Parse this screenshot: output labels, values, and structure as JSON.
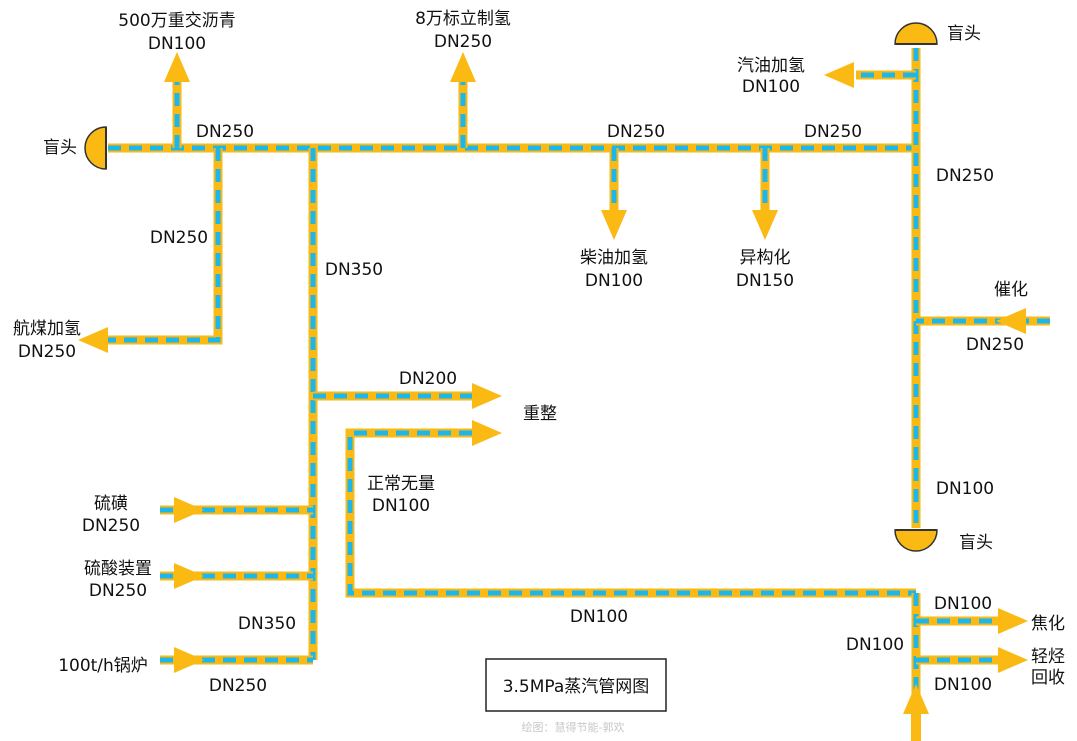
{
  "colors": {
    "pipe_outer": "#FBB913",
    "pipe_inner": "#1BB6EC",
    "arrow": "#FBB913",
    "text": "#111111",
    "watermark": "#c8c8c8"
  },
  "title": "3.5MPa蒸汽管网图",
  "watermark": "绘图：慧得节能-郭欢",
  "labels": {
    "top_asphalt_name": "500万重交沥青",
    "top_asphalt_dn": "DN100",
    "top_h2_name": "8万标立制氢",
    "top_h2_dn": "DN250",
    "left_blind": "盲头",
    "main_dn_left": "DN250",
    "main_dn_mid": "DN250",
    "main_dn_right": "DN250",
    "gasoline_name": "汽油加氢",
    "gasoline_dn": "DN100",
    "top_right_blind": "盲头",
    "right_vert_dn": "DN250",
    "diesel_name": "柴油加氢",
    "diesel_dn": "DN100",
    "isom_name": "异构化",
    "isom_dn": "DN150",
    "left_branch_dn": "DN250",
    "jet_name": "航煤加氢",
    "jet_dn": "DN250",
    "vert_dn350_top": "DN350",
    "fcc_name": "催化",
    "fcc_dn": "DN250",
    "reform_dn": "DN200",
    "reform_name": "重整",
    "normal_no_flow": "正常无量",
    "normal_dn": "DN100",
    "right_low_dn": "DN100",
    "bottom_right_blind": "盲头",
    "sulfur_name": "硫磺",
    "sulfur_dn": "DN250",
    "acid_name": "硫酸装置",
    "acid_dn": "DN250",
    "vert_dn350_bottom": "DN350",
    "boiler_name": "100t/h锅炉",
    "boiler_dn": "DN250",
    "bottom_line_dn": "DN100",
    "coking_dn": "DN100",
    "coking_name": "焦化",
    "br_vert_dn": "DN100",
    "light_dn": "DN100",
    "light_name_1": "轻烃",
    "light_name_2": "回收"
  }
}
